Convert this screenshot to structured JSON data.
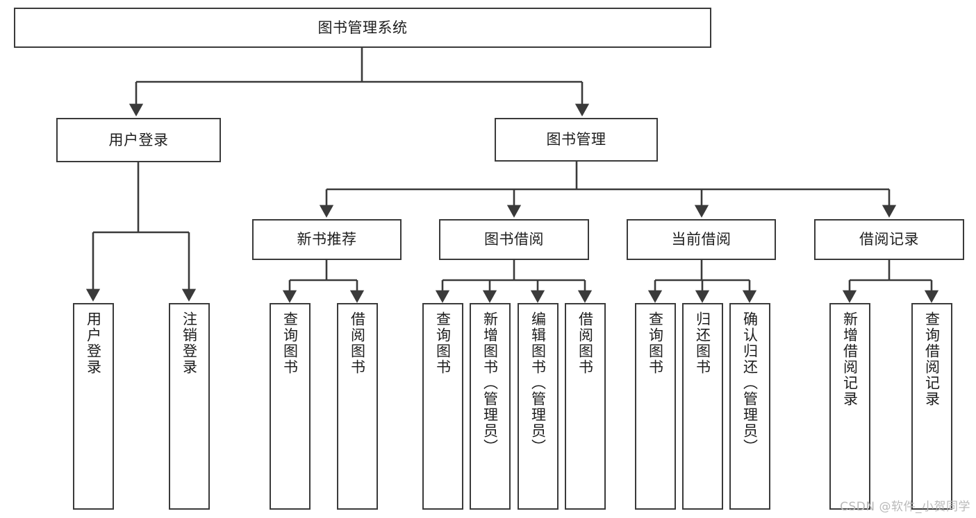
{
  "diagram": {
    "type": "tree-hierarchy",
    "title": "图书管理系统",
    "orientation": "top-down",
    "colors": {
      "box_border": "#3a3a3a",
      "box_fill": "#ffffff",
      "connector": "#3a3a3a",
      "text": "#1d1d1d",
      "watermark": "#b9b9b9",
      "background": "#ffffff"
    },
    "root": {
      "id": "root",
      "label": "图书管理系统"
    },
    "level2": [
      {
        "id": "user-login",
        "label": "用户登录"
      },
      {
        "id": "book-manage",
        "label": "图书管理"
      }
    ],
    "level3": [
      {
        "id": "new-book-recommend",
        "label": "新书推荐",
        "parent": "book-manage"
      },
      {
        "id": "book-borrow",
        "label": "图书借阅",
        "parent": "book-manage"
      },
      {
        "id": "current-borrow",
        "label": "当前借阅",
        "parent": "book-manage"
      },
      {
        "id": "borrow-record",
        "label": "借阅记录",
        "parent": "book-manage"
      }
    ],
    "leaves": {
      "user_login": [
        {
          "id": "leaf-user-login",
          "label": "用户登录"
        },
        {
          "id": "leaf-user-logout",
          "label": "注销登录"
        }
      ],
      "new_book_recommend": [
        {
          "id": "leaf-query-book-1",
          "label": "查询图书"
        },
        {
          "id": "leaf-borrow-book-1",
          "label": "借阅图书"
        }
      ],
      "book_borrow": [
        {
          "id": "leaf-query-book-2",
          "label": "查询图书"
        },
        {
          "id": "leaf-add-book",
          "label": "新增图书（管理员）"
        },
        {
          "id": "leaf-edit-book",
          "label": "编辑图书（管理员）"
        },
        {
          "id": "leaf-borrow-book-2",
          "label": "借阅图书"
        }
      ],
      "current_borrow": [
        {
          "id": "leaf-query-book-3",
          "label": "查询图书"
        },
        {
          "id": "leaf-return-book",
          "label": "归还图书"
        },
        {
          "id": "leaf-confirm-return",
          "label": "确认归还（管理员）"
        }
      ],
      "borrow_record": [
        {
          "id": "leaf-add-record",
          "label": "新增借阅记录"
        },
        {
          "id": "leaf-query-record",
          "label": "查询借阅记录"
        }
      ]
    }
  },
  "watermark": {
    "text": "CSDN @软件_小贺同学"
  }
}
